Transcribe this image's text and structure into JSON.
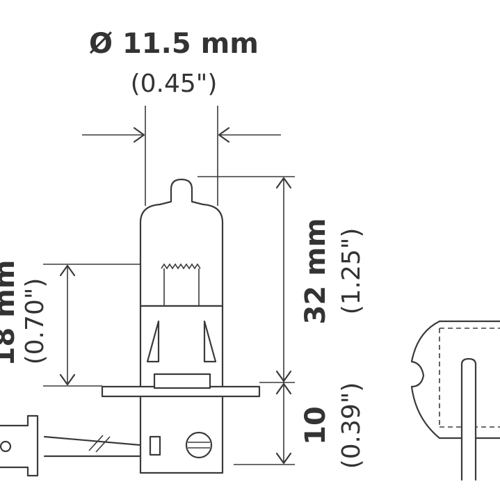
{
  "diameter": {
    "metric": "Ø 11.5 mm",
    "imperial": "(0.45\")"
  },
  "height": {
    "metric": "32 mm",
    "imperial": "(1.25\")"
  },
  "base": {
    "metric": "10",
    "imperial": "(0.39\")"
  },
  "light_center": {
    "metric": "18 mm",
    "imperial": "(0.70\")"
  },
  "colors": {
    "line": "#3a3a3a",
    "text": "#333333",
    "background": "#ffffff"
  }
}
